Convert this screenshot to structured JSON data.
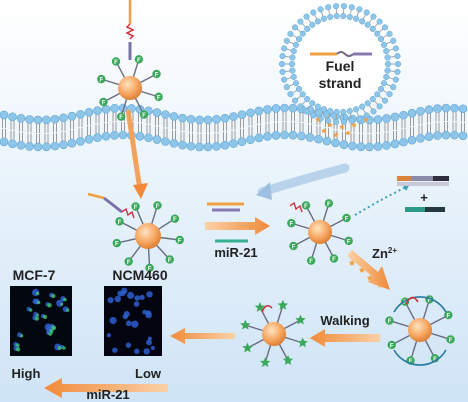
{
  "liposome": {
    "line1": "Fuel",
    "line2": "strand"
  },
  "labels": {
    "mir21_mid": "miR-21",
    "zn_base": "Zn",
    "zn_sup": "2+",
    "walking": "Walking",
    "mcf7": "MCF-7",
    "ncm460": "NCM460",
    "high": "High",
    "low": "Low",
    "mir21_bottom": "miR-21",
    "plus": "+"
  },
  "colors": {
    "background_top": "#ffffff",
    "background_bottom": "#cfe4f6",
    "membrane_head": "#8ec6ea",
    "membrane_tail": "#9a9a9a",
    "particle_core": "#f6a35e",
    "orange_arrow": "#f2a25c",
    "green_fluor": "#3aa85a",
    "dark_text": "#222222"
  }
}
